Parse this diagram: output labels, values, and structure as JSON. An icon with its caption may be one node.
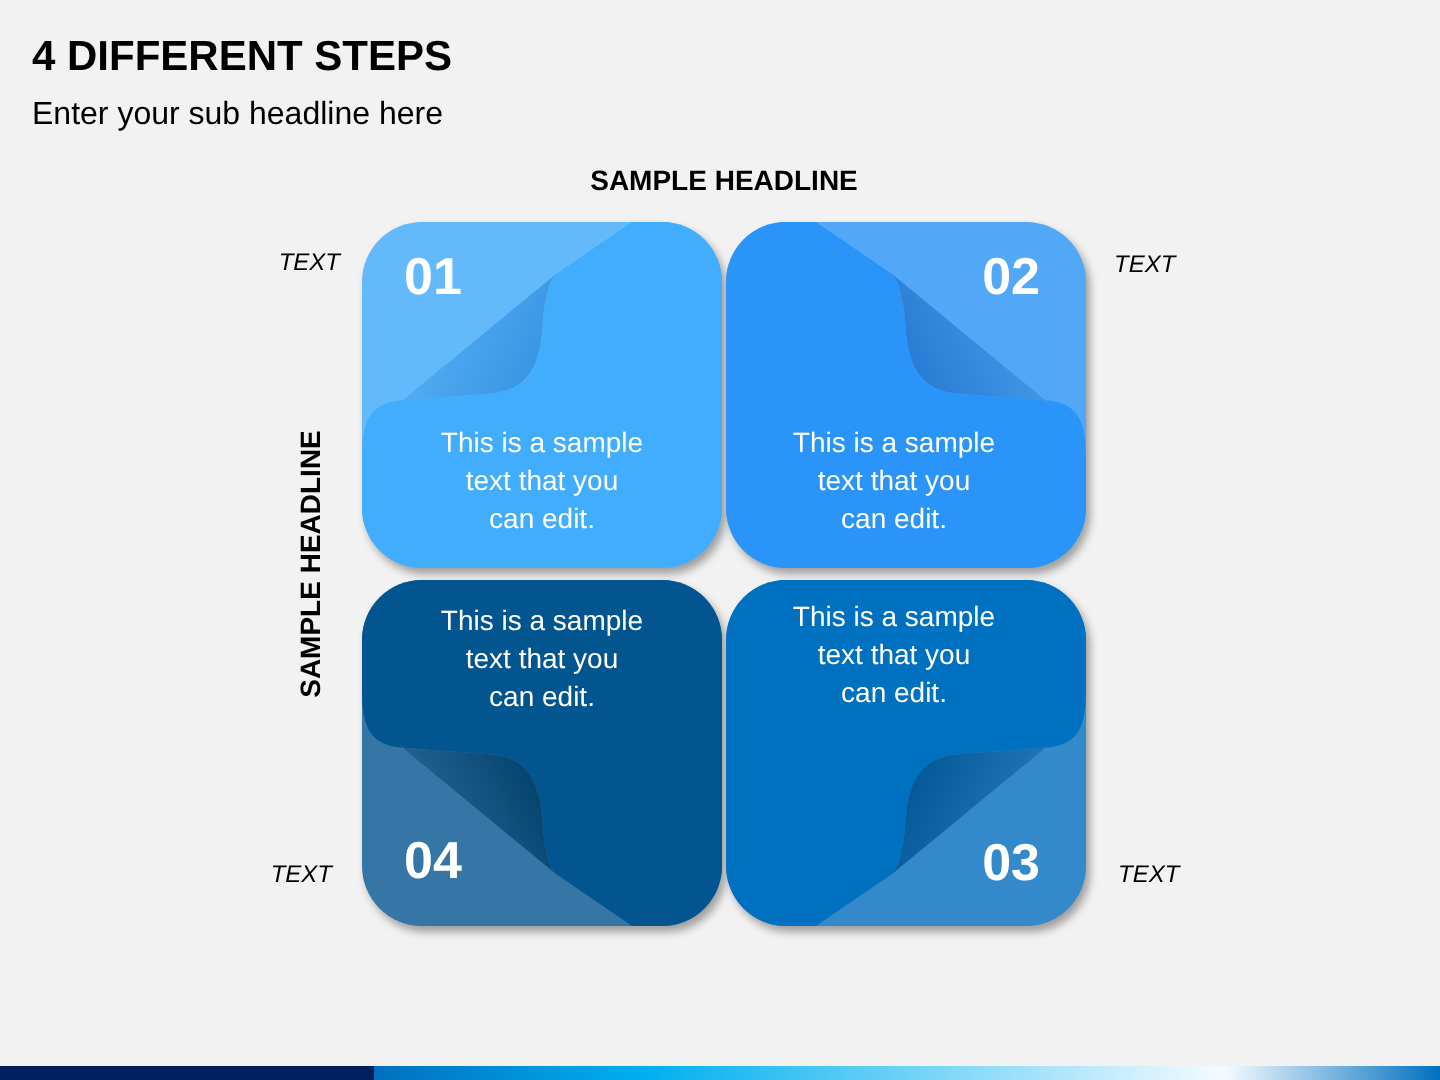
{
  "diagram": {
    "title": "4 DIFFERENT STEPS",
    "nodes": [
      {
        "text": [
          "01",
          "This is a sample text that you can edit."
        ],
        "beside": [
          "TEXT"
        ]
      },
      {
        "text": [
          "02",
          "This is a sample text that you can edit."
        ],
        "beside": [
          "TEXT"
        ]
      },
      {
        "text": [
          "This is a sample text that you can edit.",
          "04"
        ],
        "beside": [
          "TEXT"
        ]
      },
      {
        "text": [
          "This is a sample text that you can edit.",
          "03"
        ],
        "beside": [
          "TEXT"
        ]
      }
    ],
    "labels": [
      "Enter your sub headline here",
      "SAMPLE HEADLINE",
      "SAMPLE HEADLINE"
    ]
  }
}
